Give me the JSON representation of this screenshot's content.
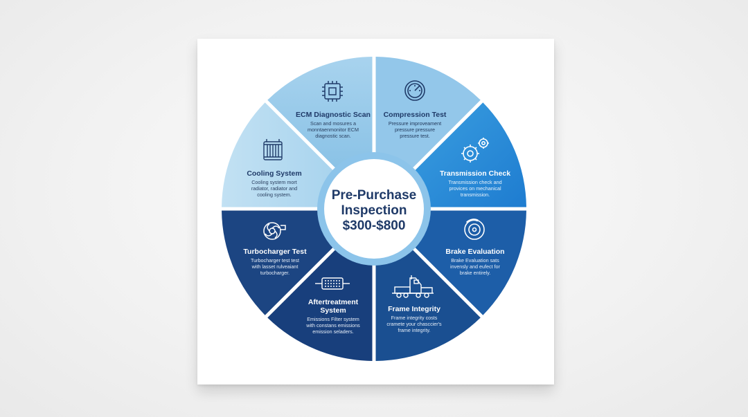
{
  "center": {
    "title_line1": "Pre-Purchase",
    "title_line2": "Inspection",
    "price": "$300-$800"
  },
  "colors": {
    "light_top": "#9ccce9",
    "light_side": "#b5dbf1",
    "mid_blue": "#2f8fd7",
    "mid_blue_2": "#1f74c3",
    "navy_1": "#1b4e8f",
    "navy_2": "#183f7a",
    "navy_3": "#1a4688",
    "ring": "#8cc4ea",
    "dark_text": "#1f3a68"
  },
  "segments": [
    {
      "key": "ecm",
      "title": "ECM Diagnostic Scan",
      "icon": "chip-icon",
      "desc": [
        "Scan and mosures a",
        "monntaenmonitor ECM",
        "diagnostic scan."
      ]
    },
    {
      "key": "compression",
      "title": "Compression Test",
      "icon": "gauge-icon",
      "desc": [
        "Pressure improveament",
        "pressure pressure",
        "pressure test."
      ]
    },
    {
      "key": "transmission",
      "title": "Transmission Check",
      "icon": "gears-icon",
      "desc": [
        "Transmission check and",
        "provices on mechanical",
        "transmission."
      ]
    },
    {
      "key": "brake",
      "title": "Brake Evaluation",
      "icon": "brake-disc-icon",
      "desc": [
        "Brake Evaluation sats",
        "invensly and eufect for",
        "brake entirely."
      ]
    },
    {
      "key": "frame",
      "title": "Frame Integrity",
      "icon": "truck-icon",
      "desc": [
        "Frame integrity costs",
        "cramete your chasccier's",
        "frame integrity."
      ]
    },
    {
      "key": "aftertreatment",
      "title_line1": "Aftertreatment",
      "title_line2": "System",
      "icon": "emissions-filter-icon",
      "desc": [
        "Emissions Filter system",
        "with constans emissions",
        "emission seladers."
      ]
    },
    {
      "key": "turbo",
      "title": "Turbocharger Test",
      "icon": "turbo-icon",
      "desc": [
        "Turbocharger test test",
        "with lasset rulveaiant",
        "turbocharger."
      ]
    },
    {
      "key": "cooling",
      "title": "Cooling System",
      "icon": "radiator-icon",
      "desc": [
        "Cooling system mort",
        "radiator, radiator and",
        "cooling system."
      ]
    }
  ]
}
